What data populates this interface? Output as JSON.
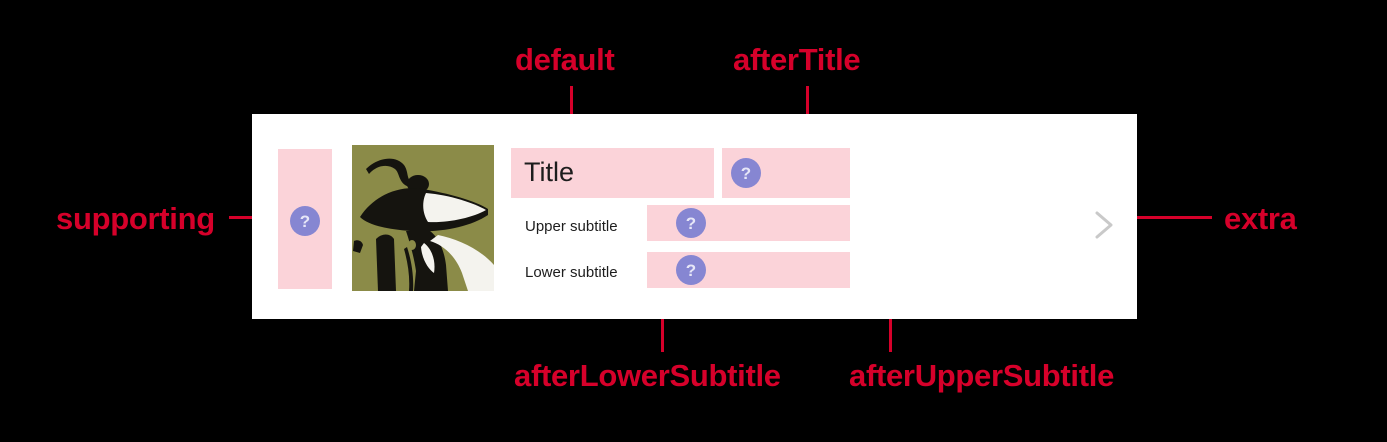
{
  "background_color": "#000000",
  "card": {
    "background_color": "#ffffff",
    "slot_color": "#fbd3d9",
    "badge_color": "#8686d2",
    "badge_glyph": "?",
    "title": "Title",
    "upper_subtitle_label": "Upper subtitle",
    "lower_subtitle_label": "Lower subtitle",
    "thumbnail": {
      "name": "samurai-thumbnail",
      "background_color": "#8b8b48",
      "figure_color": "#111111"
    },
    "extra_icon": "chevron-right-icon"
  },
  "annotations": {
    "color": "#d6002a",
    "labels": [
      {
        "id": "default",
        "text": "default"
      },
      {
        "id": "after_title",
        "text": "afterTitle"
      },
      {
        "id": "supporting",
        "text": "supporting"
      },
      {
        "id": "extra",
        "text": "extra"
      },
      {
        "id": "after_lower",
        "text": "afterLowerSubtitle"
      },
      {
        "id": "after_upper",
        "text": "afterUpperSubtitle"
      }
    ]
  }
}
